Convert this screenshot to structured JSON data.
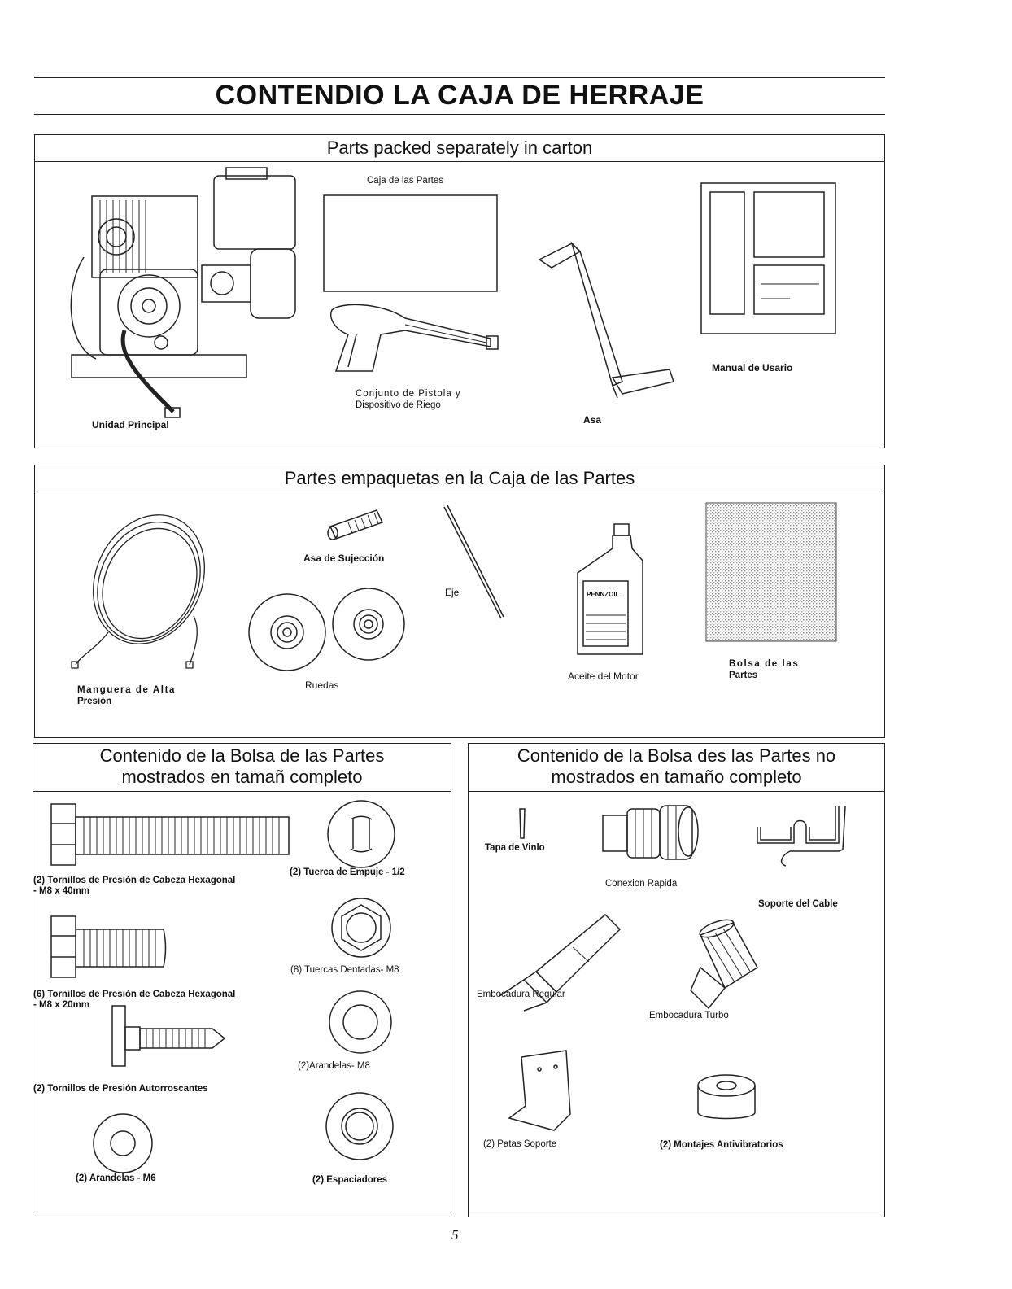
{
  "page": {
    "title": "CONTENDIO LA CAJA DE HERRAJE",
    "page_number": "5"
  },
  "section1": {
    "heading": "Parts packed separately in carton",
    "items": {
      "main_unit": "Unidad Principal",
      "parts_box": "Caja de las Partes",
      "gun_line1": "Conjunto de Pistola y",
      "gun_line2": "Dispositivo de Riego",
      "handle": "Asa",
      "manual": "Manual de Usario"
    }
  },
  "section2": {
    "heading": "Partes empaquetas en la Caja de las Partes",
    "items": {
      "hose_line1": "Manguera de Alta",
      "hose_line2": "Presión",
      "grip": "Asa de Sujección",
      "wheels": "Ruedas",
      "axle": "Eje",
      "oil": "Aceite del Motor",
      "bag_line1": "Bolsa de las",
      "bag_line2": "Partes",
      "oil_brand": "PENNZOIL"
    }
  },
  "section3": {
    "heading_line1": "Contenido de la Bolsa de las Partes",
    "heading_line2": "mostrados en tamañ completo",
    "items": {
      "bolt40_line1": "(2) Tornillos de Presión de Cabeza Hexagonal",
      "bolt40_line2": "- M8 x 40mm",
      "push_nut": "(2) Tuerca de Empuje - 1/2",
      "bolt20_line1": "(6) Tornillos de Presión de Cabeza Hexagonal",
      "bolt20_line2": "- M8 x 20mm",
      "serrated_nuts": "(8) Tuercas Dentadas- M8",
      "self_tapping": "(2) Tornillos de Presión Autorroscantes",
      "washers_m8": "(2)Arandelas- M8",
      "washers_m6": "(2) Arandelas - M6",
      "spacers": "(2) Espaciadores"
    }
  },
  "section4": {
    "heading_line1": "Contenido de la Bolsa des las Partes no",
    "heading_line2": "mostrados en tamaño completo",
    "items": {
      "vinyl_cap": "Tapa de Vinlo",
      "quick_connect": "Conexion Rapida",
      "cable_holder": "Soporte del Cable",
      "regular_nozzle": "Embocadura Regular",
      "turbo_nozzle": "Embocadura Turbo",
      "support_legs": "(2) Patas Soporte",
      "anti_vibration": "(2) Montajes Antivibratorios"
    }
  }
}
